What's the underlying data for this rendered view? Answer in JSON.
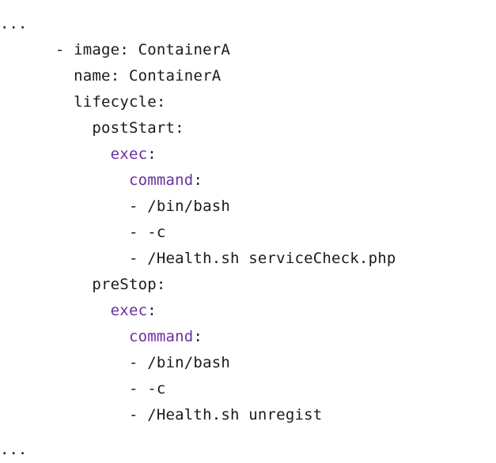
{
  "document": {
    "kind": "yaml-code-snippet",
    "background_color": "#ffffff",
    "text_color": "#1a1a1a",
    "highlight_color": "#6b2fa0",
    "leading_ellipsis": "...",
    "trailing_ellipsis": "...",
    "lines": [
      {
        "id": "line-image",
        "indent": "      ",
        "dash": "- ",
        "key": "image",
        "key_style": "plain",
        "colon": ": ",
        "value": "ContainerA"
      },
      {
        "id": "line-name",
        "indent": "        ",
        "dash": "",
        "key": "name",
        "key_style": "plain",
        "colon": ": ",
        "value": "ContainerA"
      },
      {
        "id": "line-lifecycle",
        "indent": "        ",
        "dash": "",
        "key": "lifecycle",
        "key_style": "plain",
        "colon": ":",
        "value": ""
      },
      {
        "id": "line-poststart",
        "indent": "          ",
        "dash": "",
        "key": "postStart",
        "key_style": "plain",
        "colon": ":",
        "value": ""
      },
      {
        "id": "line-poststart-exec",
        "indent": "            ",
        "dash": "",
        "key": "exec",
        "key_style": "highlight",
        "colon": ":",
        "value": ""
      },
      {
        "id": "line-poststart-command",
        "indent": "              ",
        "dash": "",
        "key": "command",
        "key_style": "highlight",
        "colon": ":",
        "value": ""
      },
      {
        "id": "line-poststart-arg-1",
        "indent": "              ",
        "dash": "- ",
        "key": "",
        "key_style": "plain",
        "colon": "",
        "value": "/bin/bash"
      },
      {
        "id": "line-poststart-arg-2",
        "indent": "              ",
        "dash": "- ",
        "key": "",
        "key_style": "plain",
        "colon": "",
        "value": "-c"
      },
      {
        "id": "line-poststart-arg-3",
        "indent": "              ",
        "dash": "- ",
        "key": "",
        "key_style": "plain",
        "colon": "",
        "value": "/Health.sh serviceCheck.php"
      },
      {
        "id": "line-prestop",
        "indent": "          ",
        "dash": "",
        "key": "preStop",
        "key_style": "plain",
        "colon": ":",
        "value": ""
      },
      {
        "id": "line-prestop-exec",
        "indent": "            ",
        "dash": "",
        "key": "exec",
        "key_style": "highlight",
        "colon": ":",
        "value": ""
      },
      {
        "id": "line-prestop-command",
        "indent": "              ",
        "dash": "",
        "key": "command",
        "key_style": "highlight",
        "colon": ":",
        "value": ""
      },
      {
        "id": "line-prestop-arg-1",
        "indent": "              ",
        "dash": "- ",
        "key": "",
        "key_style": "plain",
        "colon": "",
        "value": "/bin/bash"
      },
      {
        "id": "line-prestop-arg-2",
        "indent": "              ",
        "dash": "- ",
        "key": "",
        "key_style": "plain",
        "colon": "",
        "value": "-c"
      },
      {
        "id": "line-prestop-arg-3",
        "indent": "              ",
        "dash": "- ",
        "key": "",
        "key_style": "plain",
        "colon": "",
        "value": "/Health.sh unregist"
      }
    ]
  }
}
